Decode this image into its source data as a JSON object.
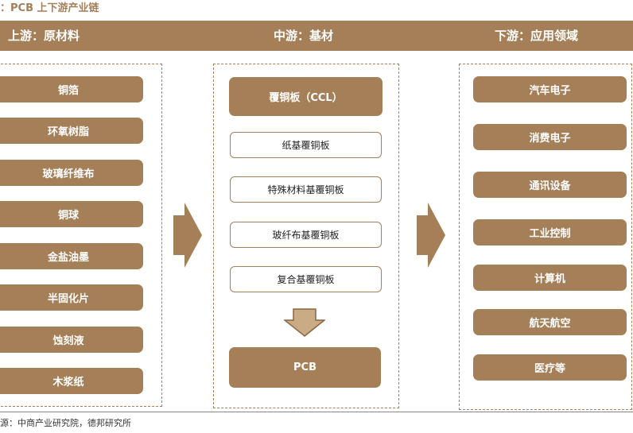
{
  "title": "：PCB 上下游产业链",
  "header": {
    "upstream": "上游：原材料",
    "midstream": "中游：基材",
    "downstream": "下游：应用领域"
  },
  "upstream_items": [
    "铜箔",
    "环氧树脂",
    "玻璃纤维布",
    "铜球",
    "金盐油墨",
    "半固化片",
    "蚀刻液",
    "木浆纸"
  ],
  "midstream": {
    "main": "覆铜板（CCL）",
    "sub_items": [
      "纸基覆铜板",
      "特殊材料基覆铜板",
      "玻纤布基覆铜板",
      "复合基覆铜板"
    ],
    "result": "PCB"
  },
  "downstream_items": [
    "汽车电子",
    "消费电子",
    "通讯设备",
    "工业控制",
    "计算机",
    "航天航空",
    "医疗等"
  ],
  "source": "源：中商产业研究院，德邦研究所",
  "colors": {
    "accent": "#a57f57",
    "panel_border": "#a57f57"
  }
}
